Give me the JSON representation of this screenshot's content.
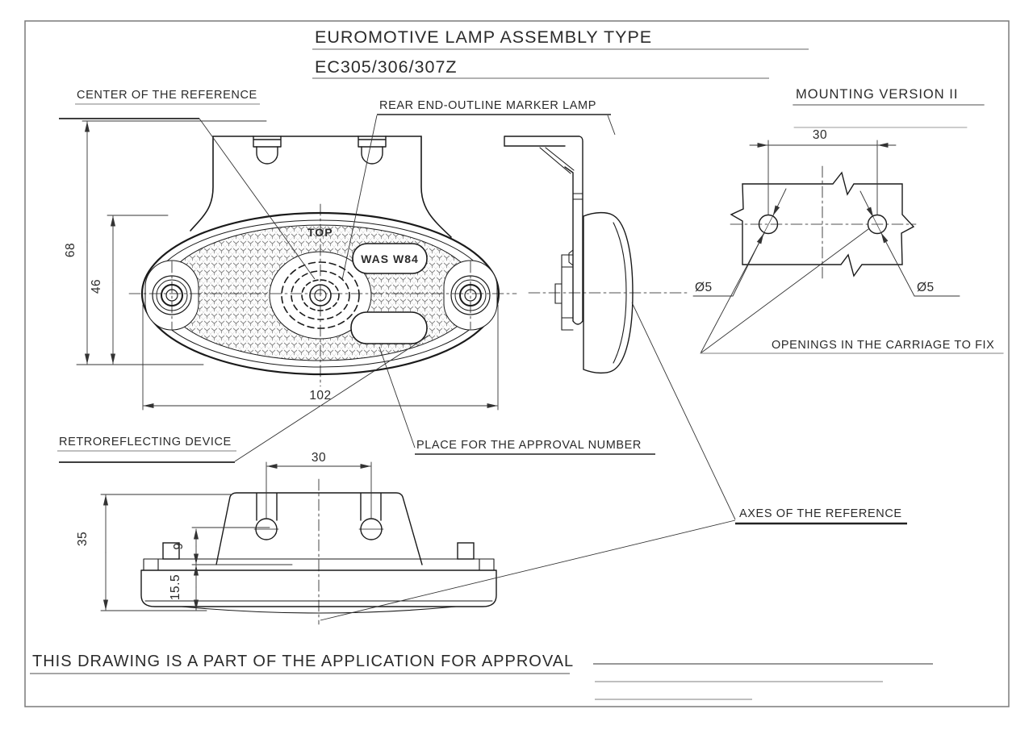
{
  "title": {
    "line1": "EUROMOTIVE LAMP ASSEMBLY TYPE",
    "line2": "EC305/306/307Z"
  },
  "front": {
    "label_center_reference": "CENTER OF THE REFERENCE",
    "label_rear_marker": "REAR END-OUTLINE MARKER LAMP",
    "label_retroreflecting": "RETROREFLECTING DEVICE",
    "label_approval_place": "PLACE FOR THE APPROVAL NUMBER",
    "marking_top": "TOP",
    "marking_brand": "WAS W84",
    "dim_total_height": "68",
    "dim_oval_height": "46",
    "dim_width": "102"
  },
  "bottom": {
    "dim_pin_spacing": "30",
    "dim_total_height": "35",
    "dim_pin_offset": "9",
    "dim_body_depth": "15.5"
  },
  "mounting": {
    "title": "MOUNTING VERSION II",
    "label_openings": "OPENINGS IN THE CARRIAGE TO FIX",
    "dim_hole_spacing": "30",
    "dim_hole_left": "Ø5",
    "dim_hole_right": "Ø5"
  },
  "label_axes_reference": "AXES OF THE REFERENCE",
  "footer": "THIS DRAWING IS A PART OF THE APPLICATION FOR  APPROVAL",
  "colors": {
    "object_line": "#1a1a1a",
    "dim_line": "#333333",
    "underline_gray": "#999999",
    "texture": "#6f6f6f"
  }
}
